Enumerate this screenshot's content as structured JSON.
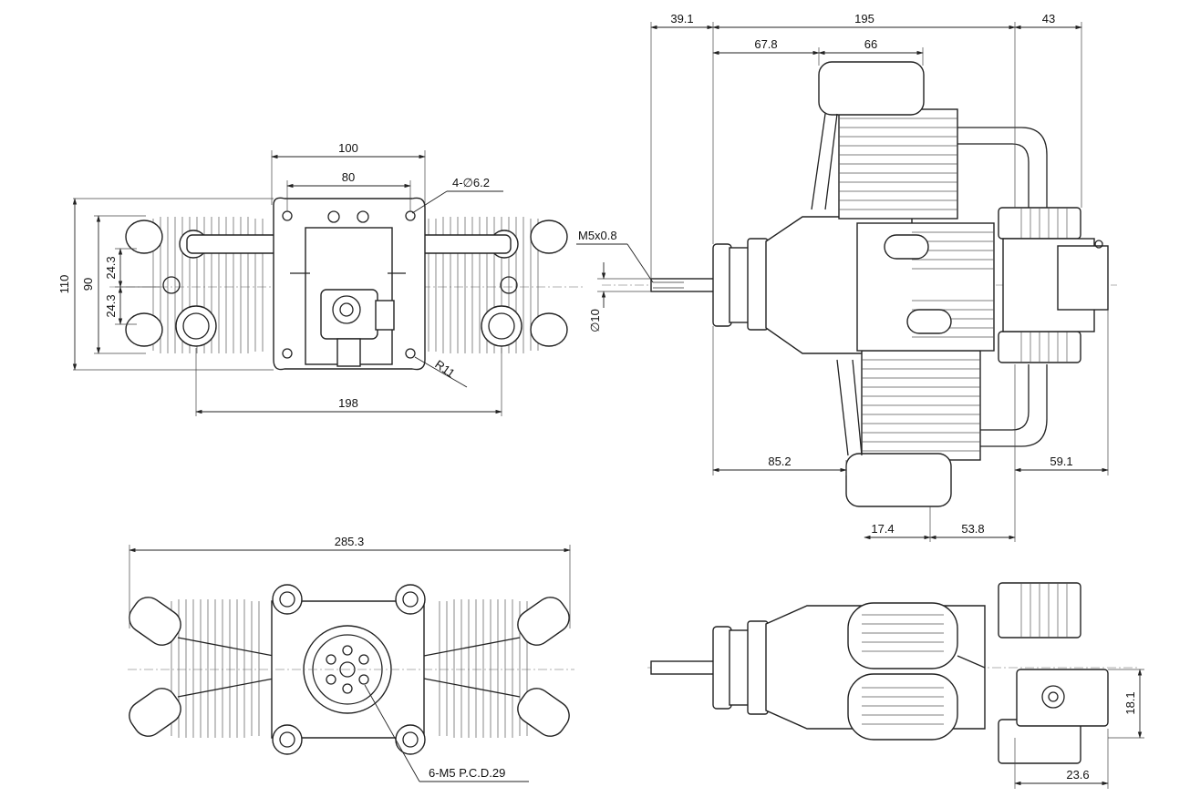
{
  "front_view": {
    "width_100": "100",
    "width_80": "80",
    "holes_4x": "4-∅6.2",
    "height_110": "110",
    "height_90": "90",
    "offset_24_3_upper": "24.3",
    "offset_24_3_lower": "24.3",
    "radius_r11": "R11",
    "span_198": "198"
  },
  "side_view": {
    "prop_shaft_39_1": "39.1",
    "length_195": "195",
    "rear_43": "43",
    "dim_67_8": "67.8",
    "dim_66": "66",
    "thread_m5": "M5x0.8",
    "shaft_dia_10": "∅10",
    "dim_85_2": "85.2",
    "dim_59_1": "59.1",
    "dim_17_4": "17.4",
    "dim_53_8": "53.8"
  },
  "bottom_view": {
    "overall_285_3": "285.3",
    "bolt_pattern": "6-M5 P.C.D.29"
  },
  "top_view": {
    "carb_18_1": "18.1",
    "carb_23_6": "23.6"
  }
}
